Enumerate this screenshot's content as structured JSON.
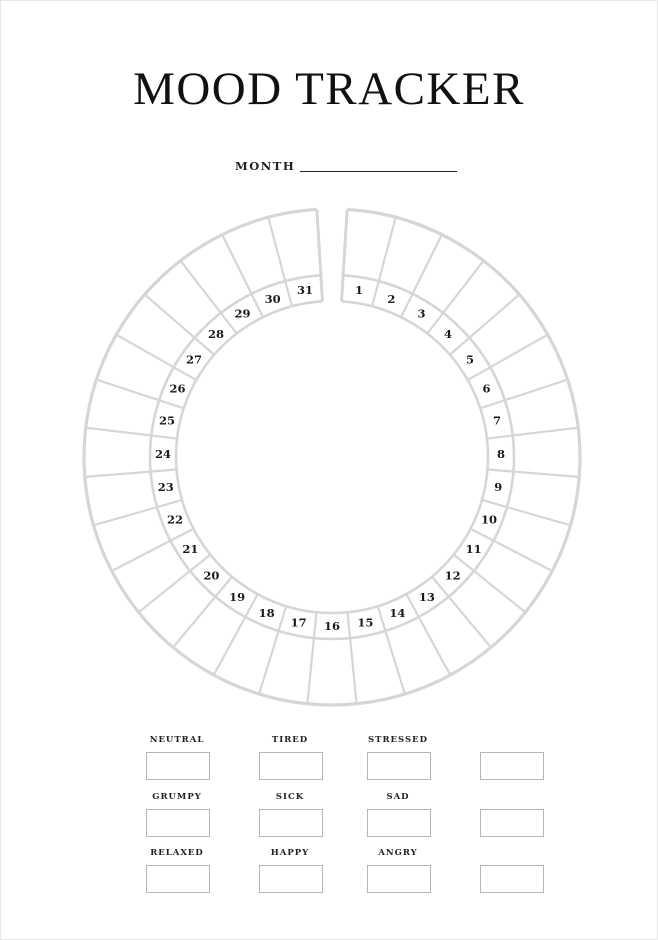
{
  "header": {
    "title": "MOOD TRACKER",
    "month_label": "MONTH"
  },
  "tracker": {
    "days": [
      "1",
      "2",
      "3",
      "4",
      "5",
      "6",
      "7",
      "8",
      "9",
      "10",
      "11",
      "12",
      "13",
      "14",
      "15",
      "16",
      "17",
      "18",
      "19",
      "20",
      "21",
      "22",
      "23",
      "24",
      "25",
      "26",
      "27",
      "28",
      "29",
      "30",
      "31"
    ]
  },
  "legend": {
    "rows": [
      [
        "NEUTRAL",
        "TIRED",
        "STRESSED",
        ""
      ],
      [
        "GRUMPY",
        "SICK",
        "SAD",
        ""
      ],
      [
        "RELAXED",
        "HAPPY",
        "ANGRY",
        ""
      ]
    ]
  },
  "colors": {
    "wheel_line": "#d6d6d6",
    "box_border": "#b5b5b5",
    "text": "#1a1a1a"
  }
}
